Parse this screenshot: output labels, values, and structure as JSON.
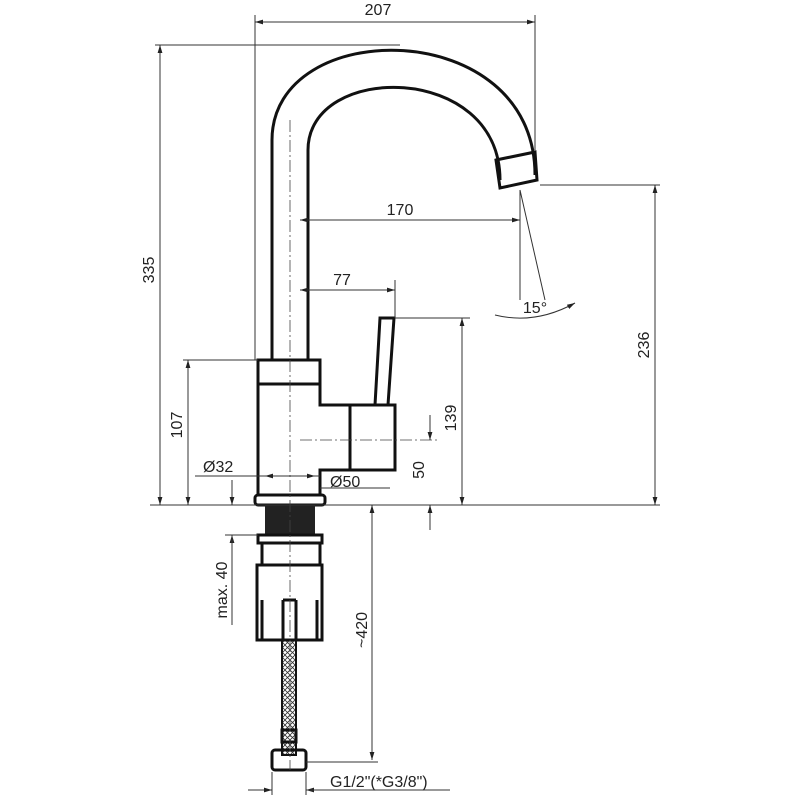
{
  "dimensions": {
    "overall_width": "207",
    "overall_height": "335",
    "spout_reach": "170",
    "lever_offset": "77",
    "spout_height": "236",
    "lever_height": "139",
    "body_height": "107",
    "handle_height": "50",
    "base_diameter": "Ø32",
    "body_diameter": "Ø50",
    "spout_angle": "15°",
    "max_countertop": "max. 40",
    "hose_length": "~420",
    "connection": "G1/2\"(*G3/8\")"
  },
  "colors": {
    "line": "#111111",
    "background": "#ffffff"
  }
}
